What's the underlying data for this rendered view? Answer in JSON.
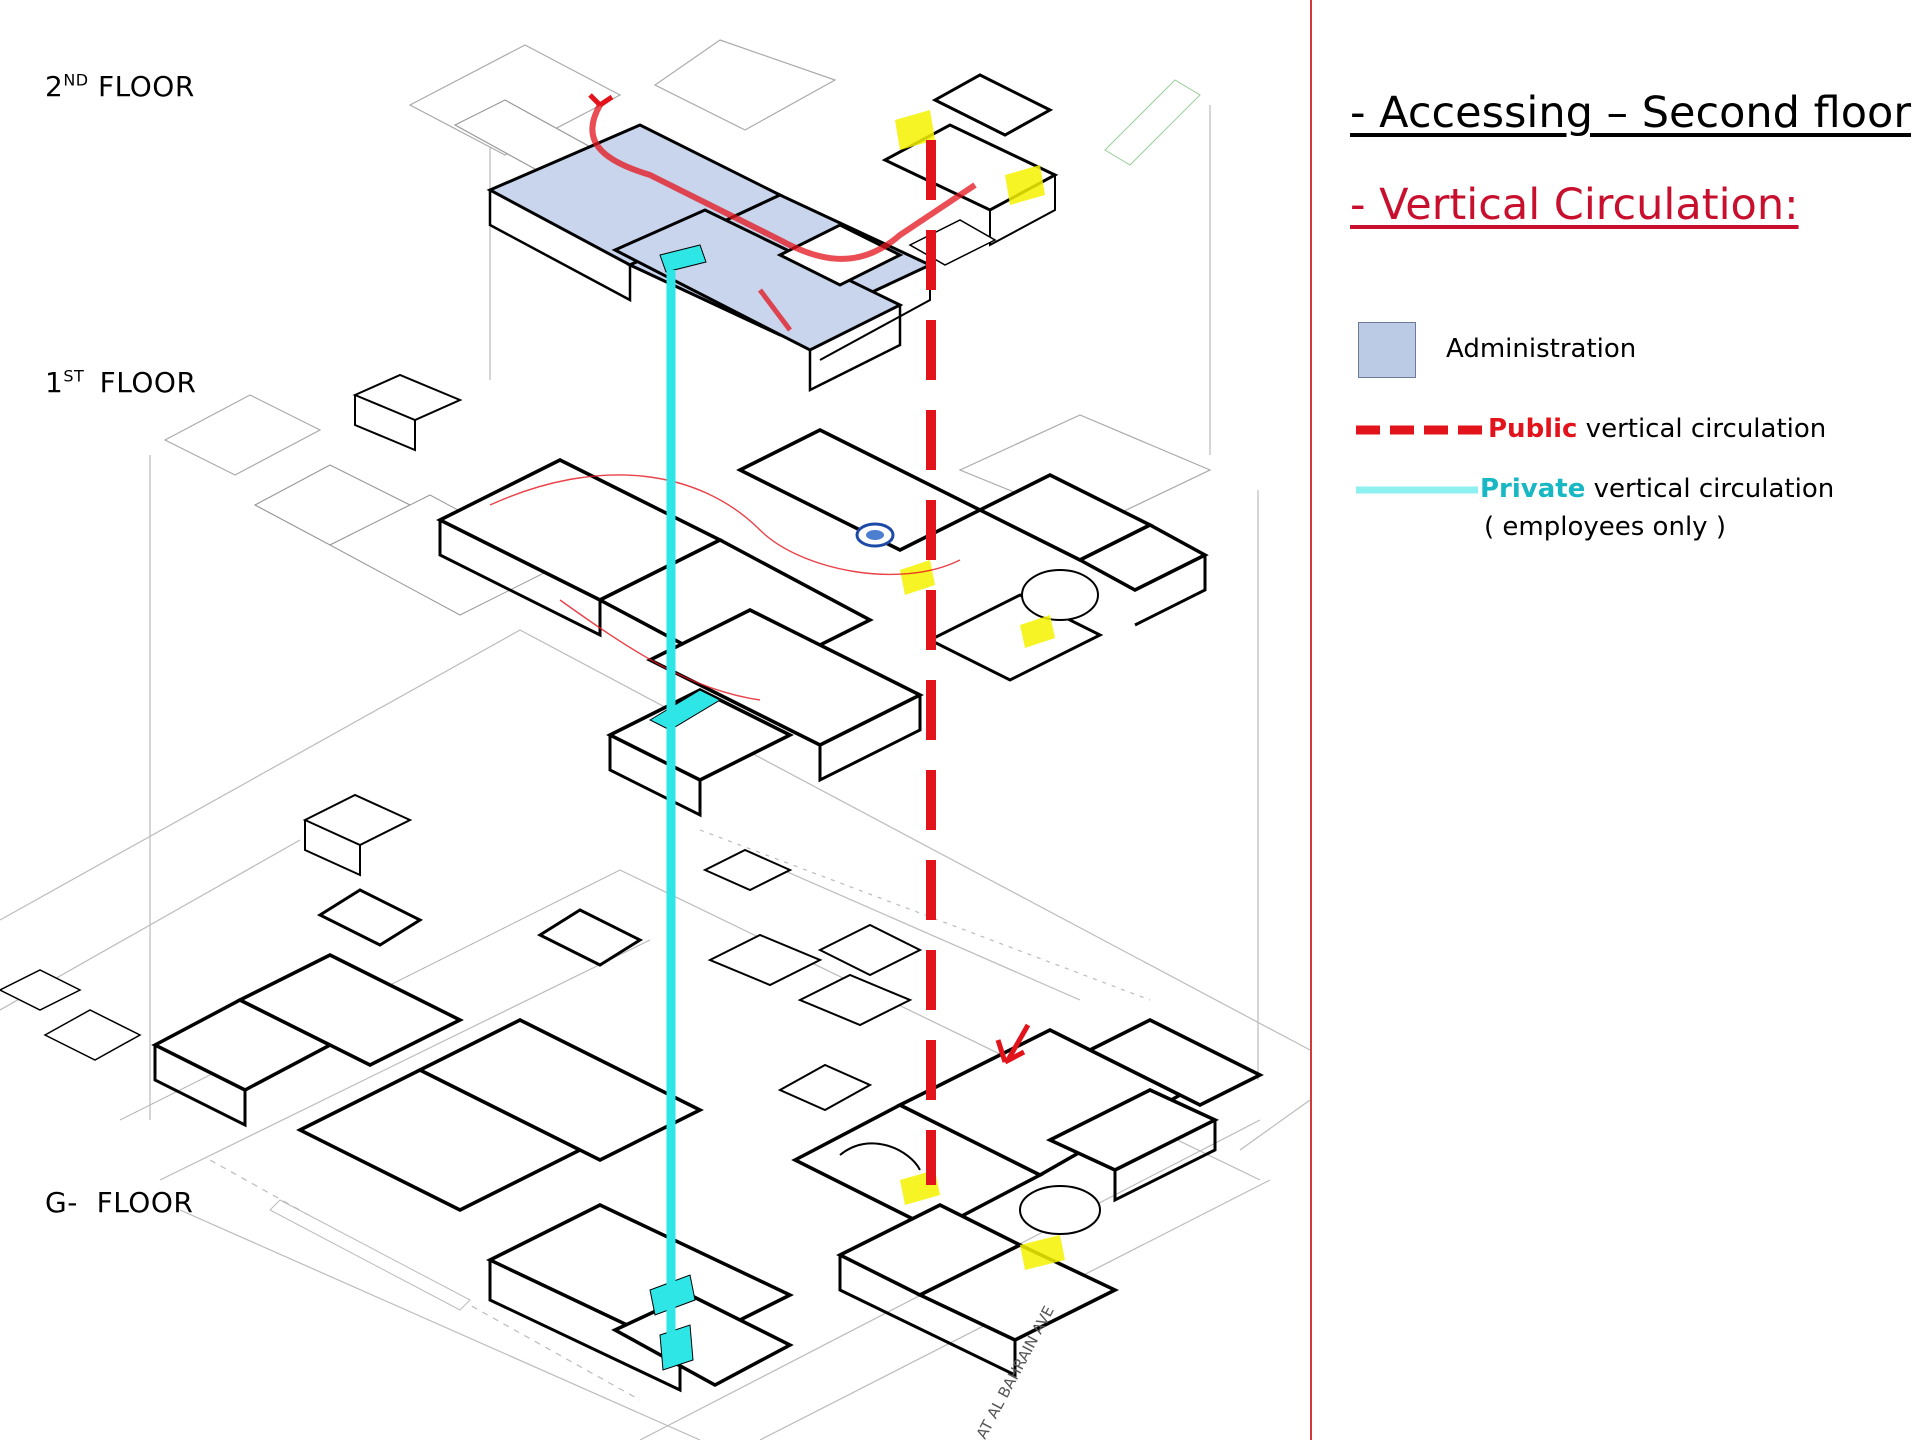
{
  "floors": {
    "second": {
      "number": "2",
      "suffix": "ND",
      "word": "FLOOR"
    },
    "first": {
      "number": "1",
      "suffix": "ST",
      "word": "FLOOR"
    },
    "ground": {
      "label": "G-  FLOOR"
    }
  },
  "drawing_text": {
    "street": "AT AL BAHRAIN AVE"
  },
  "legend": {
    "title": "- Accessing – Second floor",
    "subtitle": "- Vertical Circulation:",
    "administration": "Administration",
    "public_keyword": "Public",
    "public_rest": " vertical circulation",
    "private_keyword": "Private",
    "private_rest": " vertical circulation",
    "private_note": "( employees only )"
  },
  "colors": {
    "administration_fill": "#bccbe5",
    "public_circulation": "#e3131b",
    "private_circulation": "#2ee6e6",
    "highlight_yellow": "#f6f200",
    "divider": "#d23a3a"
  }
}
